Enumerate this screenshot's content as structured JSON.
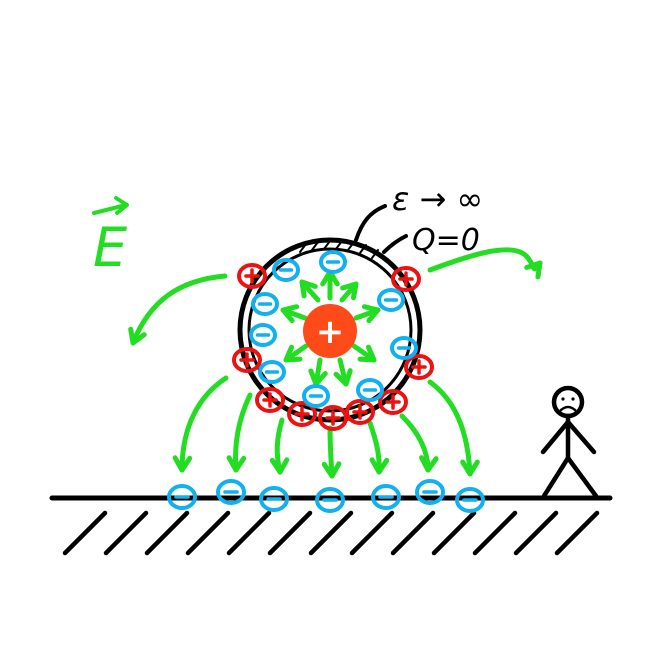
{
  "field_label": "E",
  "annotation_epsilon": "ε → ∞",
  "annotation_charge": "Q=0",
  "central_charge_symbol": "+",
  "colors": {
    "field": "#22dd22",
    "positive_charge": "#ee1111",
    "negative_charge": "#11b0ee",
    "point_charge": "#ff4a1a",
    "ink": "#000000"
  },
  "icons": [
    "arrow-icon",
    "plus-icon",
    "minus-icon",
    "stick-figure-icon"
  ]
}
